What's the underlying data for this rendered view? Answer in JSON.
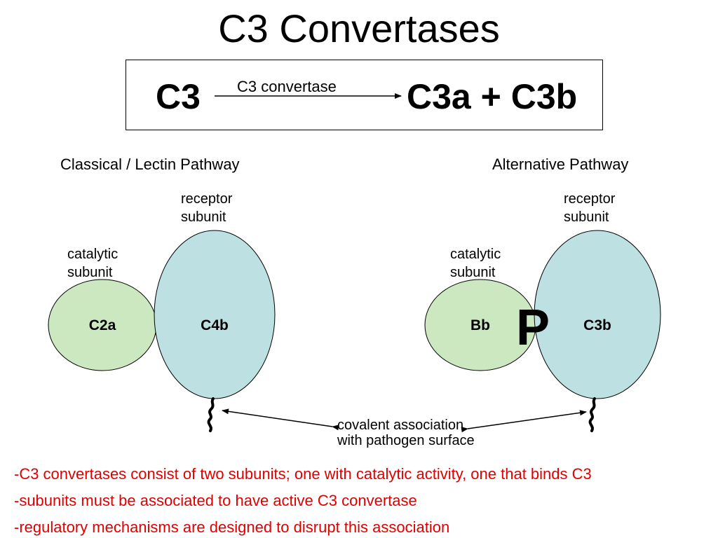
{
  "title": "C3 Convertases",
  "reaction": {
    "substrate": "C3",
    "enzyme": "C3 convertase",
    "products": "C3a + C3b"
  },
  "classical": {
    "title": "Classical / Lectin Pathway",
    "receptor_label_1": "receptor",
    "receptor_label_2": "subunit",
    "catalytic_label_1": "catalytic",
    "catalytic_label_2": "subunit",
    "catalytic_name": "C2a",
    "receptor_name": "C4b"
  },
  "alternative": {
    "title": "Alternative Pathway",
    "receptor_label_1": "receptor",
    "receptor_label_2": "subunit",
    "catalytic_label_1": "catalytic",
    "catalytic_label_2": "subunit",
    "catalytic_name": "Bb",
    "receptor_name": "C3b",
    "stabilizer": "P"
  },
  "surface_note": {
    "line1": "covalent association",
    "line2": "with pathogen surface"
  },
  "bullets": [
    "-C3 convertases consist of two subunits; one with catalytic activity, one that binds C3",
    "-subunits must be associated to have active C3 convertase",
    "-regulatory mechanisms are designed to disrupt this association"
  ],
  "colors": {
    "catalytic_fill": "#cce8c0",
    "receptor_fill": "#bde0e3",
    "bullet_text": "#e00000"
  }
}
